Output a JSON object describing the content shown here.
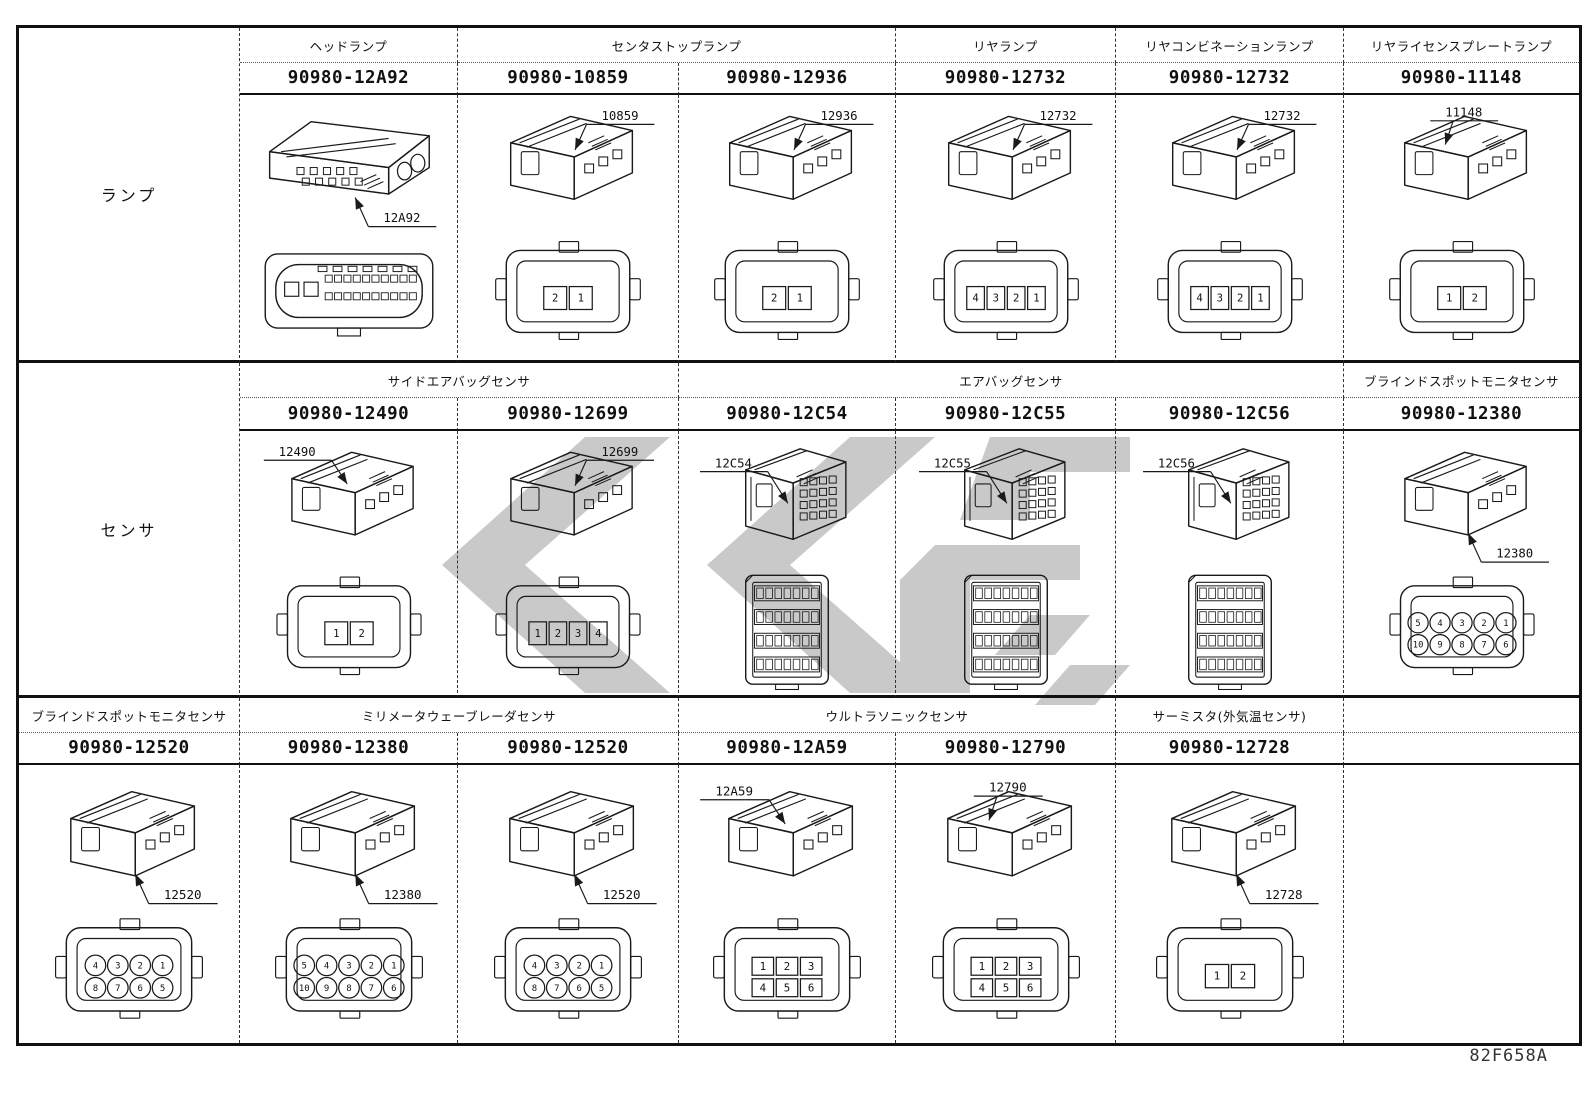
{
  "footer": {
    "code": "82F658A"
  },
  "colors": {
    "line": "#1a1a1a",
    "watermark": "#c9c9c9",
    "text": "#111111"
  },
  "bands": [
    {
      "side_label": "ランプ",
      "headers": [
        "ヘッドランプ",
        "センタストップランプ",
        "リヤランプ",
        "リヤコンビネーションランプ",
        "リヤライセンスプレートランプ"
      ],
      "parts": [
        "90980-12A92",
        "90980-10859",
        "90980-12936",
        "90980-12732",
        "90980-12732",
        "90980-11148"
      ],
      "connectors": [
        {
          "callout": "12A92",
          "pos": "br",
          "iso": "wide",
          "front": {
            "kind": "wide"
          }
        },
        {
          "callout": "10859",
          "pos": "tr",
          "iso": "box",
          "front": {
            "kind": "pins",
            "shape": "square",
            "rows": [
              [
                "2",
                "1"
              ]
            ]
          }
        },
        {
          "callout": "12936",
          "pos": "tr",
          "iso": "box",
          "front": {
            "kind": "pins",
            "shape": "square",
            "rows": [
              [
                "2",
                "1"
              ]
            ]
          }
        },
        {
          "callout": "12732",
          "pos": "tr",
          "iso": "box",
          "front": {
            "kind": "pins",
            "shape": "square",
            "rows": [
              [
                "4",
                "3",
                "2",
                "1"
              ]
            ]
          }
        },
        {
          "callout": "12732",
          "pos": "tr",
          "iso": "box",
          "front": {
            "kind": "pins",
            "shape": "square",
            "rows": [
              [
                "4",
                "3",
                "2",
                "1"
              ]
            ]
          }
        },
        {
          "callout": "11148",
          "pos": "tc",
          "iso": "box",
          "front": {
            "kind": "pins",
            "shape": "square",
            "rows": [
              [
                "1",
                "2"
              ]
            ]
          }
        }
      ]
    },
    {
      "side_label": "センサ",
      "headers": [
        "サイドエアバッグセンサ",
        "エアバッグセンサ",
        "ブラインドスポットモニタセンサ"
      ],
      "parts": [
        "90980-12490",
        "90980-12699",
        "90980-12C54",
        "90980-12C55",
        "90980-12C56",
        "90980-12380"
      ],
      "connectors": [
        {
          "callout": "12490",
          "pos": "tl",
          "iso": "box",
          "front": {
            "kind": "pins",
            "shape": "square",
            "rows": [
              [
                "1",
                "2"
              ]
            ]
          }
        },
        {
          "callout": "12699",
          "pos": "tr",
          "iso": "box",
          "front": {
            "kind": "pins",
            "shape": "square",
            "rows": [
              [
                "1",
                "2",
                "3",
                "4"
              ]
            ]
          }
        },
        {
          "callout": "12C54",
          "pos": "l",
          "iso": "ecu",
          "front": {
            "kind": "grid"
          }
        },
        {
          "callout": "12C55",
          "pos": "l",
          "iso": "ecu",
          "front": {
            "kind": "grid"
          }
        },
        {
          "callout": "12C56",
          "pos": "l",
          "iso": "ecu",
          "front": {
            "kind": "grid"
          }
        },
        {
          "callout": "12380",
          "pos": "br",
          "iso": "box",
          "front": {
            "kind": "pins",
            "shape": "circle",
            "rows": [
              [
                "5",
                "4",
                "3",
                "2",
                "1"
              ],
              [
                "10",
                "9",
                "8",
                "7",
                "6"
              ]
            ]
          }
        }
      ]
    },
    {
      "side_label": "",
      "headers": [
        "ブラインドスポットモニタセンサ",
        "ミリメータウェーブレーダセンサ",
        "ウルトラソニックセンサ",
        "サーミスタ(外気温センサ)"
      ],
      "parts": [
        "90980-12520",
        "90980-12380",
        "90980-12520",
        "90980-12A59",
        "90980-12790",
        "90980-12728"
      ],
      "connectors": [
        {
          "callout": "12520",
          "pos": "br",
          "iso": "box",
          "front": {
            "kind": "pins",
            "shape": "circle",
            "rows": [
              [
                "4",
                "3",
                "2",
                "1"
              ],
              [
                "8",
                "7",
                "6",
                "5"
              ]
            ]
          }
        },
        {
          "callout": "12380",
          "pos": "br",
          "iso": "box",
          "front": {
            "kind": "pins",
            "shape": "circle",
            "rows": [
              [
                "5",
                "4",
                "3",
                "2",
                "1"
              ],
              [
                "10",
                "9",
                "8",
                "7",
                "6"
              ]
            ]
          }
        },
        {
          "callout": "12520",
          "pos": "br",
          "iso": "box",
          "front": {
            "kind": "pins",
            "shape": "circle",
            "rows": [
              [
                "4",
                "3",
                "2",
                "1"
              ],
              [
                "8",
                "7",
                "6",
                "5"
              ]
            ]
          }
        },
        {
          "callout": "12A59",
          "pos": "tl",
          "iso": "box",
          "front": {
            "kind": "pins",
            "shape": "square",
            "rows": [
              [
                "1",
                "2",
                "3"
              ],
              [
                "4",
                "5",
                "6"
              ]
            ]
          }
        },
        {
          "callout": "12790",
          "pos": "tc",
          "iso": "box",
          "front": {
            "kind": "pins",
            "shape": "square",
            "rows": [
              [
                "1",
                "2",
                "3"
              ],
              [
                "4",
                "5",
                "6"
              ]
            ]
          }
        },
        {
          "callout": "12728",
          "pos": "br",
          "iso": "box",
          "front": {
            "kind": "pins",
            "shape": "square",
            "rows": [
              [
                "1",
                "2"
              ]
            ]
          }
        }
      ]
    }
  ]
}
